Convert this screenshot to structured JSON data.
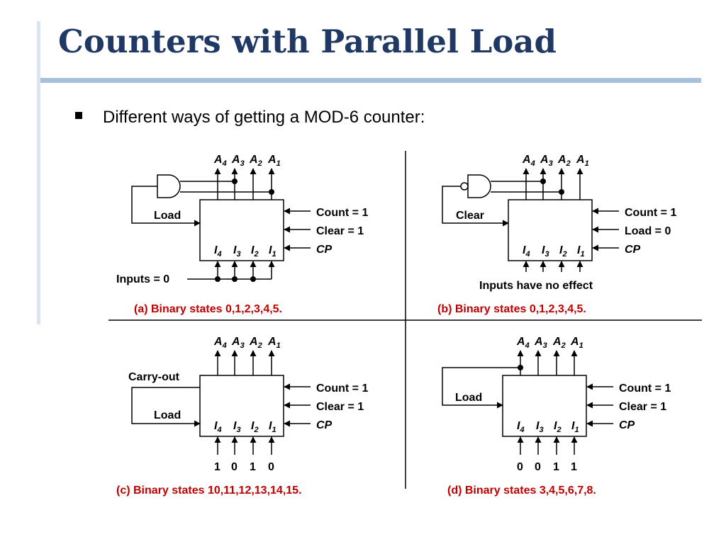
{
  "slide": {
    "title": "Counters with Parallel Load",
    "bullet": "Different ways of getting a MOD-6 counter:"
  },
  "labels": {
    "out_a": "A",
    "in_i": "I",
    "sub": [
      "4",
      "3",
      "2",
      "1"
    ]
  },
  "panels": {
    "a": {
      "side_label": "Load",
      "controls": [
        "Count = 1",
        "Clear = 1",
        "CP"
      ],
      "input_note": "Inputs = 0",
      "caption": "(a) Binary states 0,1,2,3,4,5."
    },
    "b": {
      "side_label": "Clear",
      "controls": [
        "Count = 1",
        "Load = 0",
        "CP"
      ],
      "input_note": "Inputs have no effect",
      "caption": "(b) Binary states 0,1,2,3,4,5."
    },
    "c": {
      "carry_label": "Carry-out",
      "side_label": "Load",
      "controls": [
        "Count = 1",
        "Clear = 1",
        "CP"
      ],
      "inputs": [
        "1",
        "0",
        "1",
        "0"
      ],
      "caption": "(c) Binary states 10,11,12,13,14,15."
    },
    "d": {
      "side_label": "Load",
      "controls": [
        "Count = 1",
        "Clear = 1",
        "CP"
      ],
      "inputs": [
        "0",
        "0",
        "1",
        "1"
      ],
      "caption": "(d) Binary states 3,4,5,6,7,8."
    }
  }
}
